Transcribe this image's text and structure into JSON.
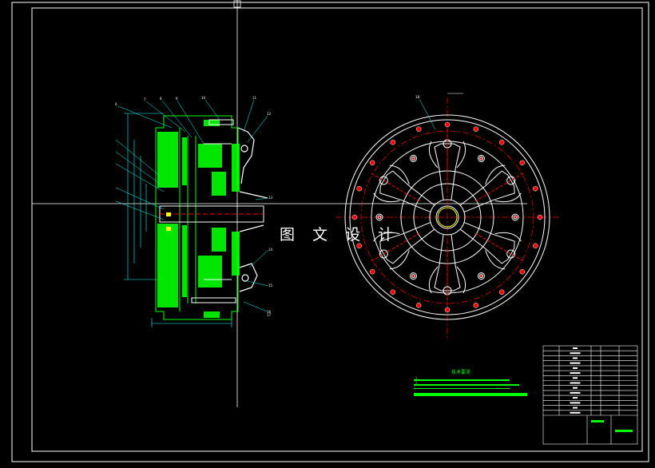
{
  "watermark": "图 文 设 计",
  "colors": {
    "background": "#000000",
    "frame": "#ffffff",
    "part_green": "#00ff00",
    "centerline_red": "#ff0000",
    "dimension_cyan": "#00ffff",
    "crosshair": "#ffffff"
  },
  "drawing": {
    "left_view": "clutch-section-view",
    "right_view": "clutch-front-view",
    "leader_labels_left": [
      "6",
      "7",
      "8",
      "9",
      "10",
      "11",
      "12",
      "13",
      "14",
      "15",
      "16",
      "17"
    ],
    "leader_labels_right": [
      "18"
    ],
    "spoke_count": 6,
    "bolt_count": 20
  },
  "tech_requirements": {
    "title": "技术要求",
    "lines": [
      "1.",
      "2."
    ]
  },
  "title_block": {
    "rows": 14
  }
}
